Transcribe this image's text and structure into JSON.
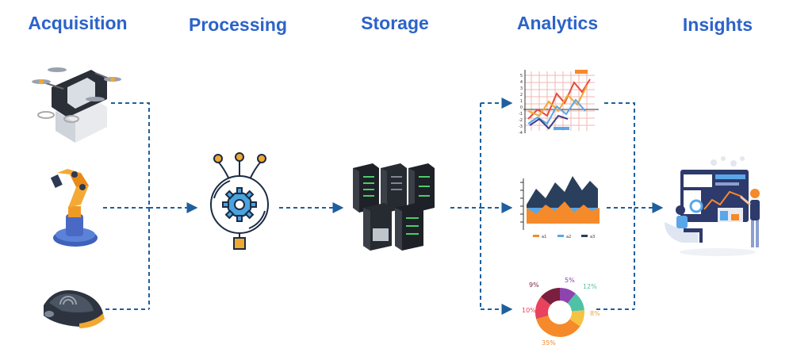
{
  "stages": [
    {
      "label": "Acquisition"
    },
    {
      "label": "Processing"
    },
    {
      "label": "Storage"
    },
    {
      "label": "Analytics"
    },
    {
      "label": "Insights"
    }
  ],
  "acquisition_devices": [
    "drone-icon",
    "robot-arm-icon",
    "smart-car-sensor-icon"
  ],
  "processing_icon": "gear-processor-icon",
  "storage_icon": "server-racks-icon",
  "analytics_charts": {
    "line_chart": {
      "y_ticks": [
        "5",
        "4",
        "3",
        "2",
        "1",
        "0",
        "-1",
        "-2",
        "-3",
        "-4"
      ]
    },
    "area_chart": {
      "legend": [
        "a1",
        "a2",
        "a3"
      ],
      "colors": [
        "#f58a2a",
        "#5aa6e8",
        "#2a3f5c"
      ]
    },
    "donut_chart": {
      "labels": [
        "5%",
        "12%",
        "8%",
        "35%",
        "10%",
        "9%"
      ]
    }
  },
  "insights_icon": "people-dashboard-icon",
  "colors": {
    "title": "#2c63c9",
    "connector": "#1f5f9e"
  }
}
